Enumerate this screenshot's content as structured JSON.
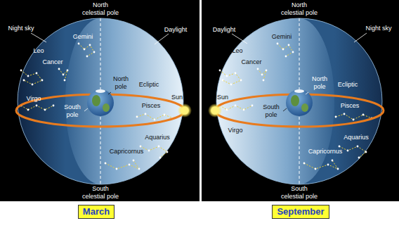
{
  "diagram": {
    "nodes": [
      {
        "text": [
          "March"
        ]
      },
      {
        "text": [
          "September"
        ]
      }
    ],
    "labels": [
      "North celestial pole",
      "Night sky",
      "Daylight",
      "Gemini",
      "Leo",
      "Cancer",
      "Ecliptic",
      "North pole",
      "Pisces",
      "Virgo",
      "Sun",
      "South pole",
      "Aquarius",
      "Capricornus",
      "South celestial pole",
      "North celestial pole",
      "Daylight",
      "Night sky",
      "Gemini",
      "Leo",
      "Cancer",
      "Ecliptic",
      "North pole",
      "Pisces",
      "Sun",
      "Virgo",
      "South pole",
      "Capricornus",
      "Aquarius",
      "South celestial pole"
    ]
  }
}
